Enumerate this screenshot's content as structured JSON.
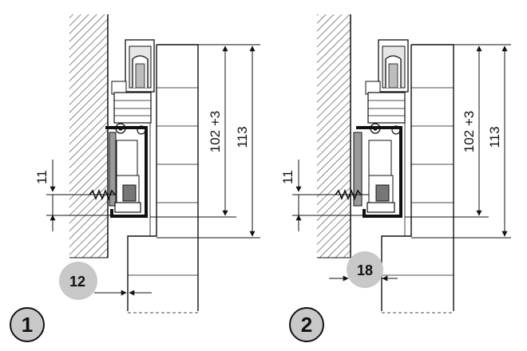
{
  "variants": [
    {
      "step": "1",
      "offset": "12",
      "dims": {
        "small": "11",
        "middle": "102 +3",
        "overall": "113"
      }
    },
    {
      "step": "2",
      "offset": "18",
      "dims": {
        "small": "11",
        "middle": "102 +3",
        "overall": "113"
      }
    }
  ],
  "colors": {
    "line": "#111111",
    "panel_fill": "#ffffff",
    "badge_fill": "#c8c8c8",
    "steel_dark": "#1a1a1a",
    "steel_mid": "#8f8f8f",
    "steel_light": "#d9d9d9"
  }
}
